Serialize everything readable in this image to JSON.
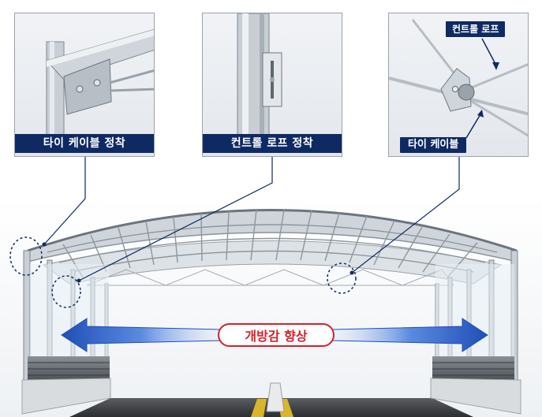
{
  "details": [
    {
      "caption": "타이 케이블 정착"
    },
    {
      "caption": "컨트롤 로프 정착"
    },
    {
      "caption": "타이 케이블",
      "tag": "컨트롤 로프"
    }
  ],
  "banner": "개방감 향상",
  "colors": {
    "navy": "#0f2a63",
    "red": "#d3212b",
    "arrow_blue": "#2f63c8"
  }
}
